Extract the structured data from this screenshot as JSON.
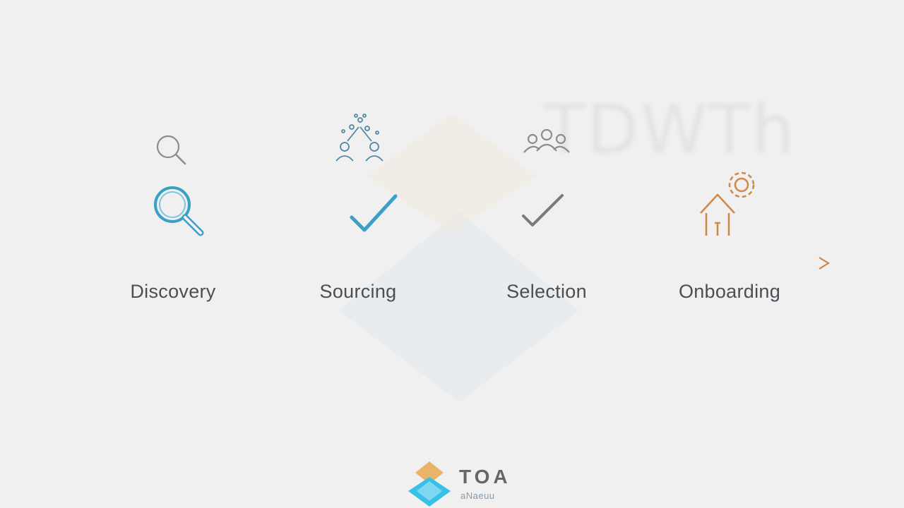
{
  "watermark": {
    "text": "TDWTh"
  },
  "stages": [
    {
      "label": "Discovery",
      "top_icon": "search-icon",
      "main_icon": "magnifier-icon",
      "color": "#3aa0c8"
    },
    {
      "label": "Sourcing",
      "top_icon": "network-people-icon",
      "main_icon": "checkmark-icon",
      "color": "#3aa0c8"
    },
    {
      "label": "Selection",
      "top_icon": "group-icon",
      "main_icon": "checkmark-icon",
      "color": "#7a7a7a"
    },
    {
      "label": "Onboarding",
      "top_icon": "gear-icon",
      "main_icon": "house-arrow-icon",
      "color": "#d08a48"
    }
  ],
  "colors": {
    "line_start": "#6b7480",
    "line_blue": "#3aaed8",
    "line_end": "#c98650",
    "text": "#4a4e55"
  },
  "logo": {
    "title": "TOA",
    "subtitle": "aNaeuu"
  }
}
